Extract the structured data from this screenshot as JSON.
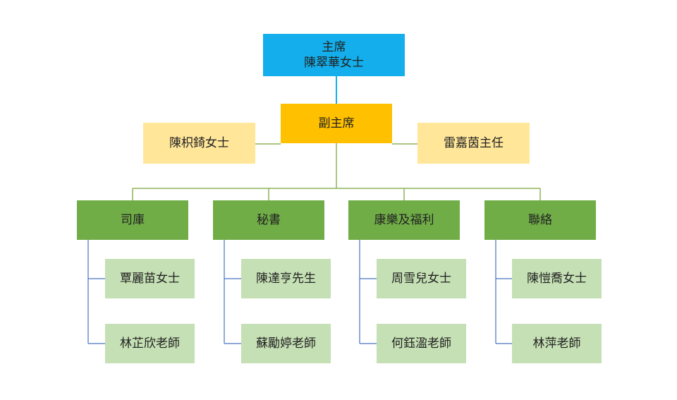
{
  "chairperson": {
    "title": "主席",
    "name": "陳翠華女士"
  },
  "vice_chair": {
    "title": "副主席"
  },
  "vice_chair_members": [
    "陳枳錡女士",
    "雷嘉茵主任"
  ],
  "departments": [
    {
      "name": "司庫",
      "members": [
        "覃麗苗女士",
        "林芷欣老師"
      ]
    },
    {
      "name": "秘書",
      "members": [
        "陳達亨先生",
        "蘇勵婷老師"
      ]
    },
    {
      "name": "康樂及福利",
      "members": [
        "周雪兒女士",
        "何鈺溋老師"
      ]
    },
    {
      "name": "聯絡",
      "members": [
        "陳愷喬女士",
        "林萍老師"
      ]
    }
  ],
  "colors": {
    "chair": "#13AEEB",
    "vice_chair": "#FFC000",
    "vice_chair_members": "#FFE699",
    "department": "#70AD47",
    "member": "#C5E0B4",
    "connector_top": "#13AEEB",
    "connector_green": "#8DB35A",
    "connector_member": "#4A73C0"
  }
}
